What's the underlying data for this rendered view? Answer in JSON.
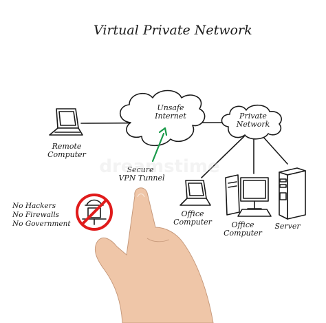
{
  "title": "Virtual Private Network",
  "cloud_internet": {
    "line1": "Unsafe",
    "line2": "Internet"
  },
  "cloud_private": {
    "line1": "Private",
    "line2": "Network"
  },
  "remote": {
    "line1": "Remote",
    "line2": "Computer"
  },
  "tunnel": {
    "line1": "Secure",
    "line2": "VPN Tunnel"
  },
  "office1": {
    "line1": "Office",
    "line2": "Computer"
  },
  "office2": {
    "line1": "Office",
    "line2": "Computer"
  },
  "server": {
    "label": "Server"
  },
  "threats": [
    "No Hackers",
    "No Firewalls",
    "No Government"
  ],
  "watermark": "dreamstime",
  "colors": {
    "ink": "#1a1a1a",
    "arrow": "#1a9a4a",
    "prohibit": "#e01b1b",
    "skin": "#efc6a8"
  },
  "icons": [
    "laptop-icon",
    "desktop-computer-icon",
    "server-tower-icon",
    "hacker-prohibited-icon",
    "pointing-hand"
  ]
}
